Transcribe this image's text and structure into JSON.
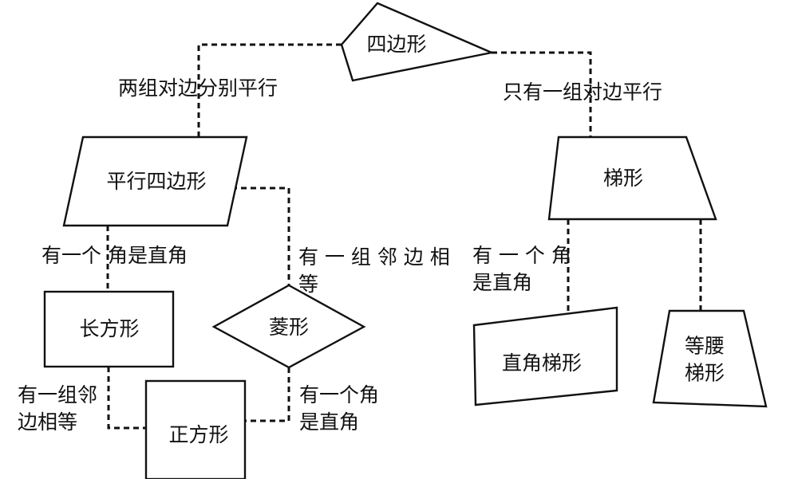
{
  "nodes": {
    "quadrilateral": "四边形",
    "parallelogram": "平行四边形",
    "trapezoid": "梯形",
    "rectangle": "长方形",
    "rhombus": "菱形",
    "square": "正方形",
    "right_trapezoid": "直角梯形",
    "isosceles_trapezoid_line1": "等腰",
    "isosceles_trapezoid_line2": "梯形"
  },
  "edges": {
    "two_pairs_parallel": "两组对边分别平行",
    "one_pair_parallel": "只有一组对边平行",
    "para_to_rect": "有一个 角是直角",
    "para_to_rhombus_line1": "有 一 组 邻 边 相",
    "para_to_rhombus_line2": "等",
    "rect_to_square_line1": "有一组邻",
    "rect_to_square_line2": "边相等",
    "rhombus_to_square_line1": "有一个角",
    "rhombus_to_square_line2": "是直角",
    "trap_to_right_line1": "有 一 个 角",
    "trap_to_right_line2": "是直角"
  }
}
